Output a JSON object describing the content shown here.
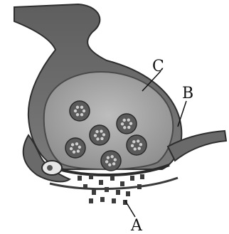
{
  "labels": {
    "a": "A",
    "b": "B",
    "c": "C"
  },
  "colors": {
    "background": "#ffffff",
    "membrane_dark": "#3a3a3a",
    "membrane_fill": "#6b6b6b",
    "cytoplasm": "#a8a8a8",
    "vesicle_fill": "#5a5a5a",
    "vesicle_inner": "#c8c8c8",
    "ink": "#111111"
  },
  "icons": {
    "vesicle": "synaptic-vesicle-icon",
    "mitochondrion": "mitochondrion-icon"
  }
}
